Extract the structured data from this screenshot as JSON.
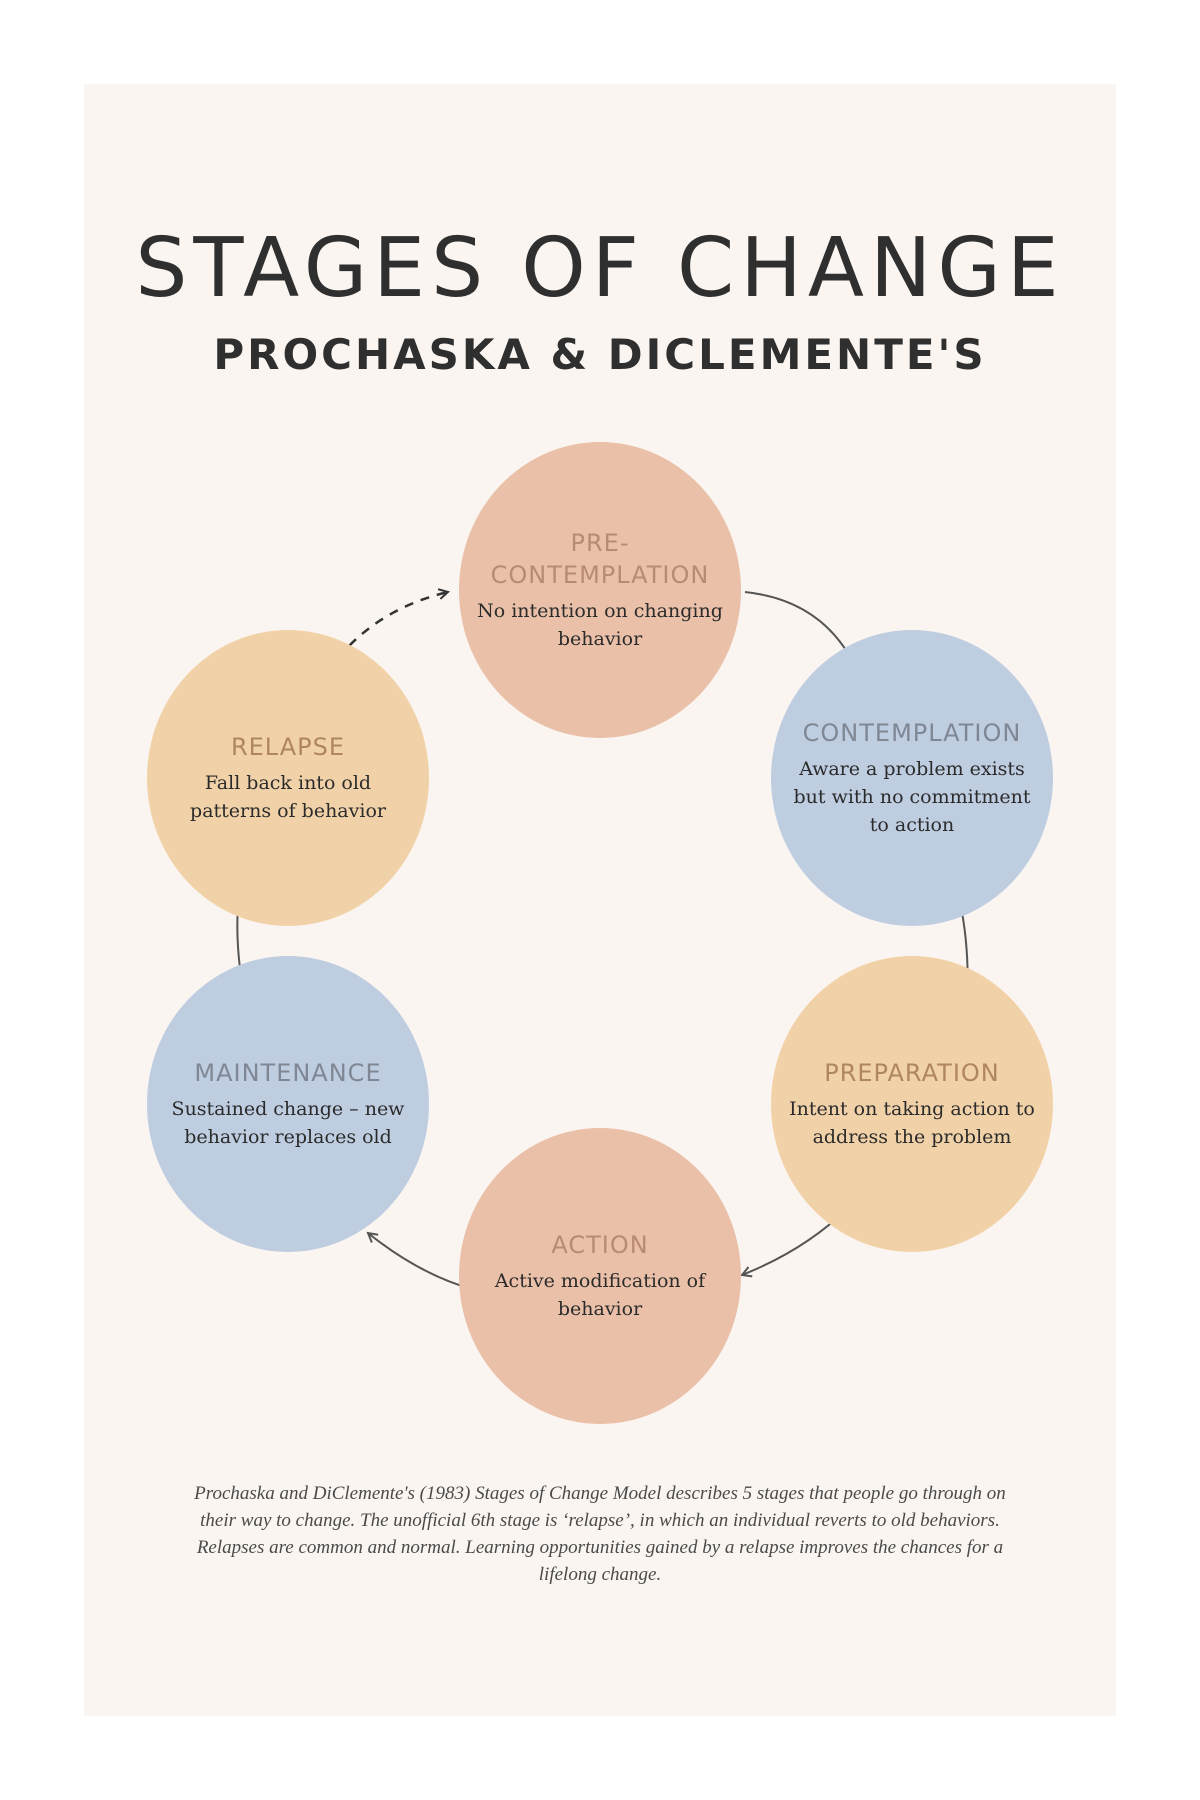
{
  "title": "STAGES OF CHANGE",
  "subtitle": "PROCHASKA & DICLEMENTE'S",
  "colors": {
    "background": "#faf5f0",
    "peach": "#eac0a8",
    "blue": "#bfcde1",
    "sand": "#f1d2a8",
    "text_dark": "#2f2f2f"
  },
  "stages": [
    {
      "name": "PRE-\nCONTEMPLATION",
      "description": "No intention on changing behavior",
      "color": "#eac0a8",
      "label_color": "#b98a74"
    },
    {
      "name": "CONTEMPLATION",
      "description": "Aware a problem exists but with no commitment to action",
      "color": "#bfcde1",
      "label_color": "#7f8794"
    },
    {
      "name": "PREPARATION",
      "description": "Intent on taking action to address the problem",
      "color": "#f1d2a8",
      "label_color": "#b08561"
    },
    {
      "name": "ACTION",
      "description": "Active modification of behavior",
      "color": "#eac0a8",
      "label_color": "#b98a74"
    },
    {
      "name": "MAINTENANCE",
      "description": "Sustained change – new behavior replaces old",
      "color": "#bfcde1",
      "label_color": "#7f8794"
    },
    {
      "name": "RELAPSE",
      "description": "Fall back into old patterns of behavior",
      "color": "#f1d2a8",
      "label_color": "#b08561"
    }
  ],
  "footnote": "Prochaska and DiClemente's (1983) Stages of Change Model describes 5 stages that people go through on their way to change. The unofficial 6th stage is ‘relapse’, in which an individual reverts to old behaviors. Relapses are common and normal. Learning opportunities gained by a relapse improves the chances for a lifelong change."
}
